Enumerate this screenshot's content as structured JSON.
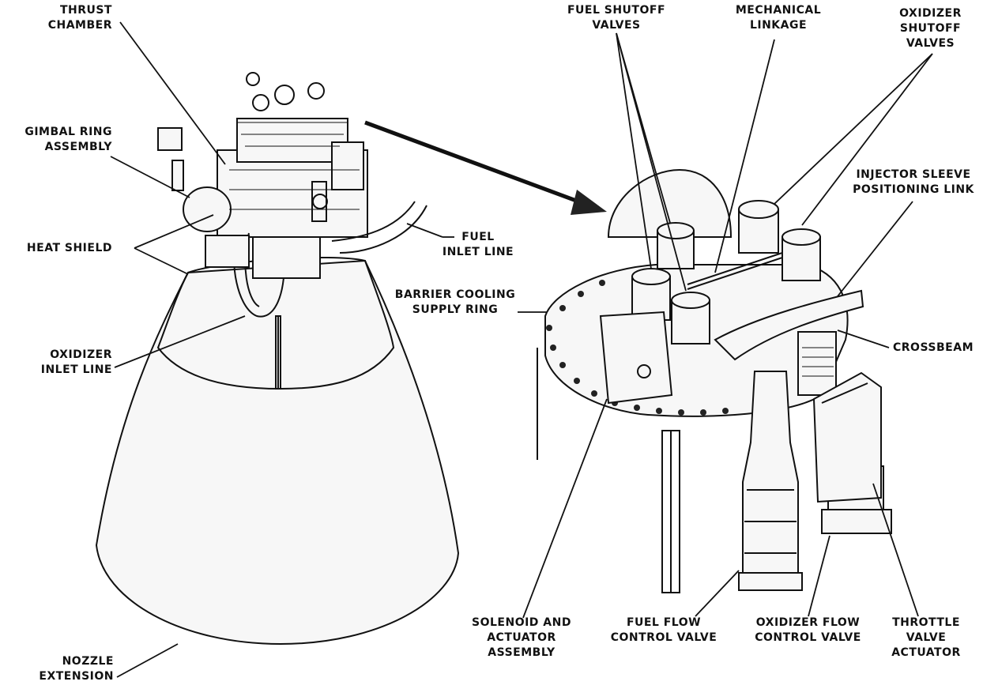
{
  "labels": {
    "thrust_chamber": [
      "THRUST",
      "CHAMBER"
    ],
    "gimbal_ring_assembly": [
      "GIMBAL RING",
      "ASSEMBLY"
    ],
    "heat_shield": [
      "HEAT SHIELD"
    ],
    "oxidizer_inlet_line": [
      "OXIDIZER",
      "INLET LINE"
    ],
    "nozzle_extension": [
      "NOZZLE",
      "EXTENSION"
    ],
    "fuel_inlet_line": [
      "FUEL",
      "INLET LINE"
    ],
    "fuel_shutoff_valves": [
      "FUEL SHUTOFF",
      "VALVES"
    ],
    "mechanical_linkage": [
      "MECHANICAL",
      "LINKAGE"
    ],
    "oxidizer_shutoff_valves": [
      "OXIDIZER",
      "SHUTOFF",
      "VALVES"
    ],
    "injector_sleeve_positioning_link": [
      "INJECTOR SLEEVE",
      "POSITIONING LINK"
    ],
    "barrier_cooling_supply_ring": [
      "BARRIER COOLING",
      "SUPPLY RING"
    ],
    "crossbeam": [
      "CROSSBEAM"
    ],
    "solenoid_and_actuator_assembly": [
      "SOLENOID AND",
      "ACTUATOR",
      "ASSEMBLY"
    ],
    "fuel_flow_control_valve": [
      "FUEL FLOW",
      "CONTROL VALVE"
    ],
    "oxidizer_flow_control_valve": [
      "OXIDIZER FLOW",
      "CONTROL VALVE"
    ],
    "throttle_valve_actuator": [
      "THROTTLE",
      "VALVE",
      "ACTUATOR"
    ]
  }
}
